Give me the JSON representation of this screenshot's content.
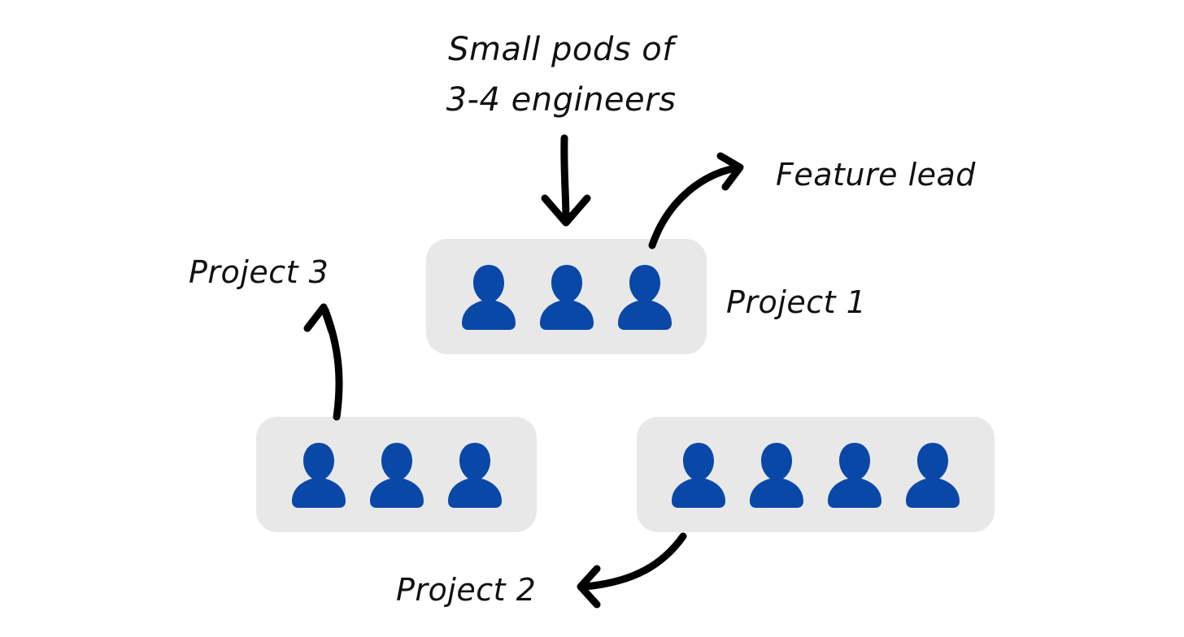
{
  "title": {
    "line1": "Small pods of",
    "line2": "3-4 engineers"
  },
  "labels": {
    "feature_lead": "Feature lead",
    "project_1": "Project 1",
    "project_2": "Project 2",
    "project_3": "Project 3"
  },
  "pods": [
    {
      "project": "Project 1",
      "members": 3
    },
    {
      "project": "Project 3",
      "members": 3
    },
    {
      "project": "Project 2",
      "members": 4
    }
  ],
  "colors": {
    "person": "#0a48a8",
    "pod_background": "#e8e8e8",
    "arrow": "#000000"
  },
  "icons": {
    "person": "person-icon",
    "arrow": "curved-arrow-icon"
  }
}
